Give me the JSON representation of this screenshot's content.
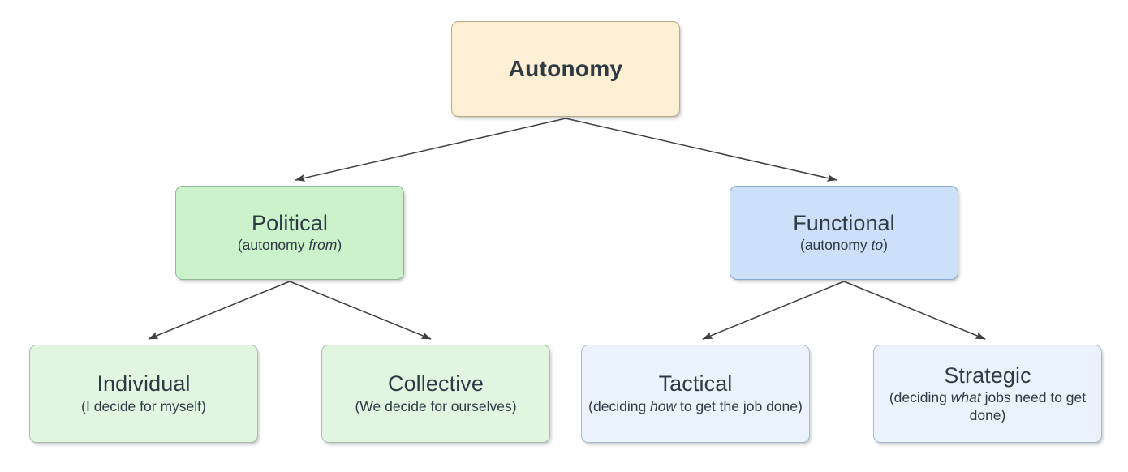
{
  "diagram": {
    "type": "tree",
    "background_color": "#ffffff",
    "edge_color": "#3c4043",
    "text_color": "#2f3a44",
    "nodes": [
      {
        "id": "autonomy",
        "title": "Autonomy",
        "subtitle": "",
        "subtitle_emphasis": "",
        "fill": "#fcefd4",
        "level": 0
      },
      {
        "id": "political",
        "title": "Political",
        "subtitle_prefix": "(autonomy ",
        "subtitle_emphasis": "from",
        "subtitle_suffix": ")",
        "subtitle": "(autonomy from)",
        "fill": "#ccf2cc",
        "level": 1
      },
      {
        "id": "functional",
        "title": "Functional",
        "subtitle_prefix": "(autonomy ",
        "subtitle_emphasis": "to",
        "subtitle_suffix": ")",
        "subtitle": "(autonomy to)",
        "fill": "#cce0f9",
        "level": 1
      },
      {
        "id": "individual",
        "title": "Individual",
        "subtitle_prefix": "(I decide for myself)",
        "subtitle_emphasis": "",
        "subtitle_suffix": "",
        "subtitle": "(I decide for myself)",
        "fill": "#e1f5e1",
        "level": 2
      },
      {
        "id": "collective",
        "title": "Collective",
        "subtitle_prefix": "(We decide for ourselves)",
        "subtitle_emphasis": "",
        "subtitle_suffix": "",
        "subtitle": "(We decide for ourselves)",
        "fill": "#e1f5e1",
        "level": 2
      },
      {
        "id": "tactical",
        "title": "Tactical",
        "subtitle_prefix": "(deciding ",
        "subtitle_emphasis": "how",
        "subtitle_suffix": " to get the job done)",
        "subtitle": "(deciding how to get the job done)",
        "fill": "#eaf2fd",
        "level": 2
      },
      {
        "id": "strategic",
        "title": "Strategic",
        "subtitle_prefix": "(deciding ",
        "subtitle_emphasis": "what",
        "subtitle_suffix": " jobs need to get done)",
        "subtitle": "(deciding what jobs need to get done)",
        "fill": "#eaf2fd",
        "level": 2
      }
    ],
    "edges": [
      {
        "from": "autonomy",
        "to": "political"
      },
      {
        "from": "autonomy",
        "to": "functional"
      },
      {
        "from": "political",
        "to": "individual"
      },
      {
        "from": "political",
        "to": "collective"
      },
      {
        "from": "functional",
        "to": "tactical"
      },
      {
        "from": "functional",
        "to": "strategic"
      }
    ]
  }
}
